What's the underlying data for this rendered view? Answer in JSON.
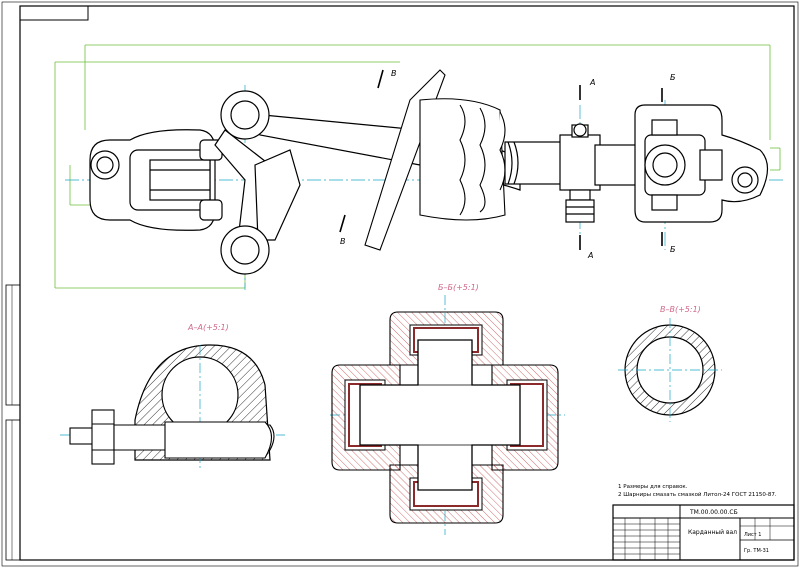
{
  "drawing": {
    "views": {
      "main": {
        "cut_marks": [
          "В",
          "В",
          "А",
          "А",
          "Б",
          "Б"
        ]
      },
      "section_aa": {
        "label": "А–А(+5:1)"
      },
      "section_bb": {
        "label": "Б–Б(+5:1)"
      },
      "section_vv": {
        "label": "В–В(+5:1)"
      }
    },
    "notes": [
      "1 Размеры для справок.",
      "2 Шарниры смазать смазкой Литол-24 ГОСТ 21150-87."
    ],
    "title_block": {
      "doc_number": "ТМ.00.00.00.СБ",
      "name": "Карданный вал",
      "sheet_info": "Лист 1",
      "org": "Гр. ТМ-31"
    },
    "colors": {
      "line": "#000000",
      "hatch": "#000000",
      "centerline": "#19a8c8",
      "dimension": "#6bbf3a",
      "background": "#ffffff"
    }
  }
}
